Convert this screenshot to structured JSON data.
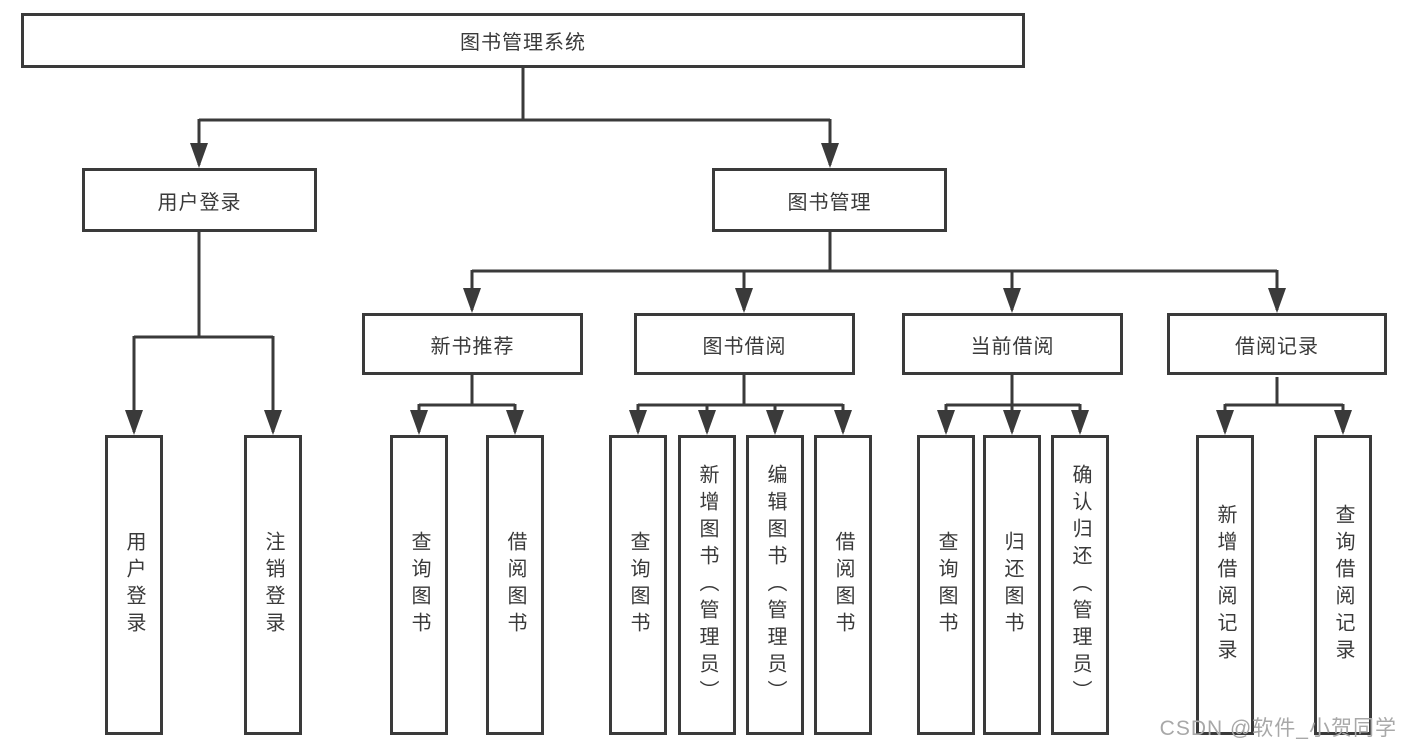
{
  "tree": {
    "label": "图书管理系统",
    "children": [
      {
        "label": "用户登录",
        "children": [
          {
            "label": "用户登录"
          },
          {
            "label": "注销登录"
          }
        ]
      },
      {
        "label": "图书管理",
        "children": [
          {
            "label": "新书推荐",
            "children": [
              {
                "label": "查询图书"
              },
              {
                "label": "借阅图书"
              }
            ]
          },
          {
            "label": "图书借阅",
            "children": [
              {
                "label": "查询图书"
              },
              {
                "label": "新增图书（管理员）"
              },
              {
                "label": "编辑图书（管理员）"
              },
              {
                "label": "借阅图书"
              }
            ]
          },
          {
            "label": "当前借阅",
            "children": [
              {
                "label": "查询图书"
              },
              {
                "label": "归还图书"
              },
              {
                "label": "确认归还（管理员）"
              }
            ]
          },
          {
            "label": "借阅记录",
            "children": [
              {
                "label": "新增借阅记录"
              },
              {
                "label": "查询借阅记录"
              }
            ]
          }
        ]
      }
    ]
  },
  "watermark": {
    "text": "CSDN @软件_小贺同学"
  },
  "colors": {
    "line": "#3a3a3a",
    "text": "#3a3a3a",
    "box_background": "#ffffff",
    "page_background": "#ffffff",
    "watermark": "#a8a8a8"
  }
}
